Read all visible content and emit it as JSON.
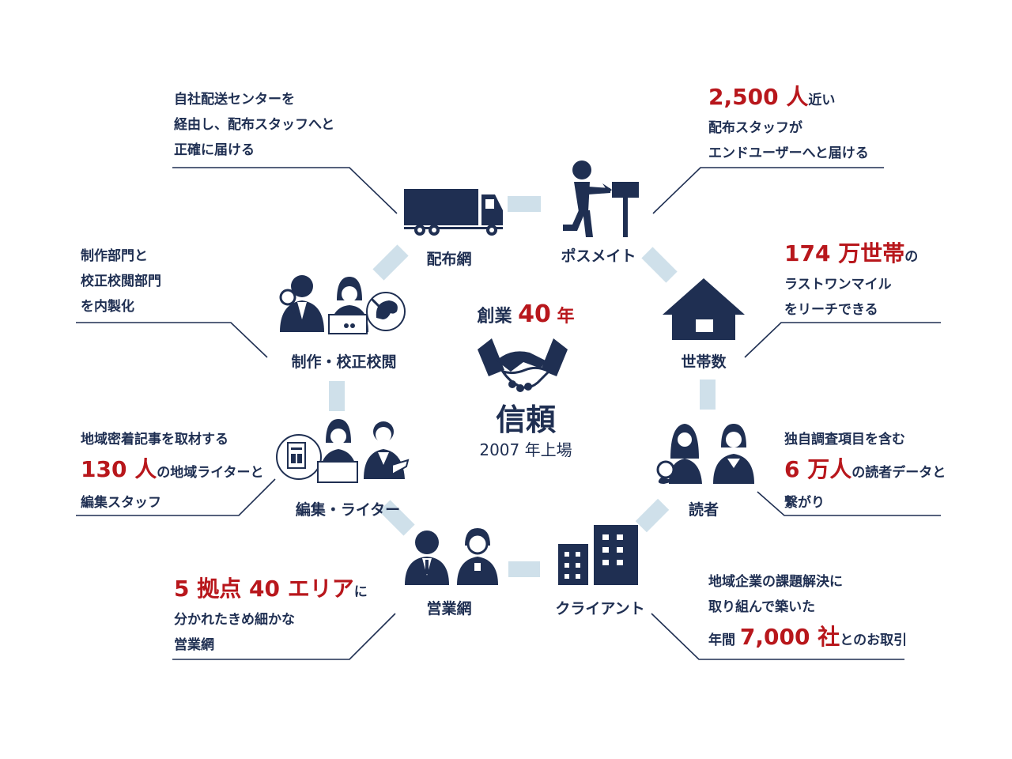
{
  "center": {
    "top_label": "創業",
    "years": "40",
    "year_unit": "年",
    "main": "信頼",
    "sub": "2007 年上場"
  },
  "nodes": {
    "delivery_network": "配布網",
    "posmate": "ポスメイト",
    "households": "世帯数",
    "readers": "読者",
    "client": "クライアント",
    "sales_network": "営業網",
    "editing": "編集・ライター",
    "production": "制作・校正校閲"
  },
  "descriptions": {
    "delivery": {
      "lines": [
        "自社配送センターを",
        "経由し、配布スタッフへと",
        "正確に届ける"
      ]
    },
    "posmate": {
      "num": "2,500 人",
      "after": "近い",
      "lines": [
        "配布スタッフが",
        "エンドユーザーへと届ける"
      ]
    },
    "households": {
      "num": "174 万世帯",
      "after": "の",
      "lines": [
        "ラストワンマイル",
        "をリーチできる"
      ]
    },
    "readers": {
      "line1": "独自調査項目を含む",
      "num": "6 万人",
      "after": "の読者データと",
      "line3": "繋がり"
    },
    "client": {
      "line1": "地域企業の課題解決に",
      "line2": "取り組んで築いた",
      "before": "年間 ",
      "num": "7,000 社",
      "after": "とのお取引"
    },
    "sales": {
      "num1": "5 拠点 ",
      "num2": "40 エリア",
      "after": "に",
      "lines": [
        "分かれたきめ細かな",
        "営業網"
      ]
    },
    "editing": {
      "line1": "地域密着記事を取材する",
      "num": "130 人",
      "after": "の地域ライターと",
      "line3": "編集スタッフ"
    },
    "production": {
      "lines": [
        "制作部門と",
        "校正校閲部門",
        "を内製化"
      ]
    }
  },
  "colors": {
    "navy": "#1f2f52",
    "red": "#b8171c",
    "connector": "#cfe0ea"
  }
}
